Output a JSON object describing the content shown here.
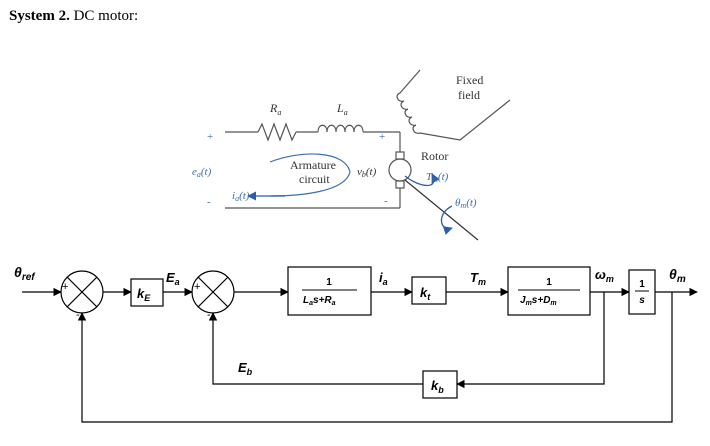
{
  "heading": {
    "bold": "System 2.",
    "rest": " DC motor:"
  },
  "circuit": {
    "Ra": "R",
    "Ra_sub": "a",
    "La": "L",
    "La_sub": "a",
    "plus_left": "+",
    "minus_left": "-",
    "plus_right": "+",
    "minus_right": "-",
    "ea": "e",
    "ea_sub": "a",
    "ea_t": "(t)",
    "armature_1": "Armature",
    "armature_2": "circuit",
    "vb": "v",
    "vb_sub": "b",
    "vb_t": "(t)",
    "ia": "i",
    "ia_sub": "a",
    "ia_t": "(t)",
    "rotor": "Rotor",
    "Tm": "T",
    "Tm_sub": "m",
    "Tm_t": "(t)",
    "theta": "θ",
    "theta_sub": "m",
    "theta_t": "(t)",
    "fixed_1": "Fixed",
    "fixed_2": "field"
  },
  "block": {
    "theta_ref": "θ",
    "theta_ref_sub": "ref",
    "plus1": "+",
    "minus1": "-",
    "kE": "k",
    "kE_sub": "E",
    "Ea": "E",
    "Ea_sub": "a",
    "plus2": "+",
    "minus2": "-",
    "tf1_num": "1",
    "tf1_den": "L",
    "tf1_den_sub1": "a",
    "tf1_den_mid": "s+R",
    "tf1_den_sub2": "a",
    "ia": "i",
    "ia_sub": "a",
    "kt": "k",
    "kt_sub": "t",
    "Tm": "T",
    "Tm_sub": "m",
    "tf2_num": "1",
    "tf2_den": "J",
    "tf2_den_sub1": "m",
    "tf2_den_mid": "s+D",
    "tf2_den_sub2": "m",
    "omega": "ω",
    "omega_sub": "m",
    "int_num": "1",
    "int_den": "s",
    "theta_m": "θ",
    "theta_m_sub": "m",
    "Eb": "E",
    "Eb_sub": "b",
    "kb": "k",
    "kb_sub": "b"
  }
}
